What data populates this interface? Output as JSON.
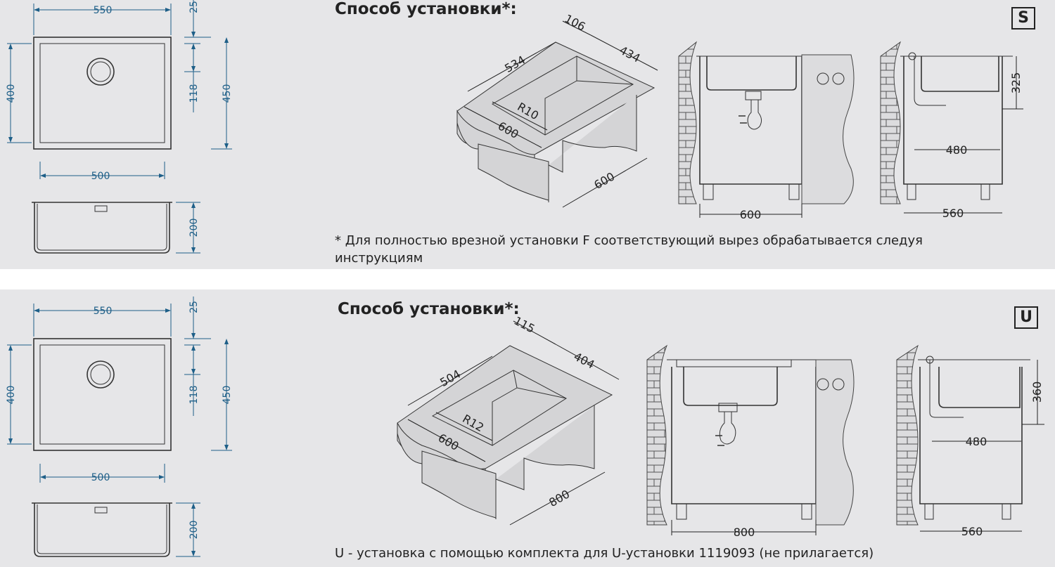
{
  "panels": {
    "s": {
      "title": "Способ установки*:",
      "badge": "S",
      "note": "* Для полностью врезной установки F соответствующий вырез обрабатывается следуя инструкциям",
      "dims": {
        "top_width": "550",
        "top_margin": "25",
        "inner_height": "400",
        "drain_offset": "118",
        "outer_height": "450",
        "inner_width": "500",
        "depth": "200",
        "iso_inner_depth": "106",
        "iso_top": "434",
        "iso_length": "534",
        "iso_radius": "R10",
        "iso_front": "600",
        "iso_cabinet": "600",
        "front_cabinet": "600",
        "side_height": "325",
        "side_drain": "480",
        "side_depth": "560"
      }
    },
    "u": {
      "title": "Способ установки*:",
      "badge": "U",
      "note": "U - установка с помощью комплекта для U-установки 1119093 (не прилагается)",
      "dims": {
        "top_width": "550",
        "top_margin": "25",
        "inner_height": "400",
        "drain_offset": "118",
        "outer_height": "450",
        "inner_width": "500",
        "depth": "200",
        "iso_inner_depth": "115",
        "iso_top": "404",
        "iso_length": "504",
        "iso_radius": "R12",
        "iso_front": "600",
        "iso_cabinet": "800",
        "front_cabinet": "800",
        "side_height": "360",
        "side_drain": "480",
        "side_depth": "560"
      }
    }
  },
  "colors": {
    "panel_bg": "#e6e6e8",
    "dimension_blue": "#1e5f88",
    "outline": "#333333"
  }
}
